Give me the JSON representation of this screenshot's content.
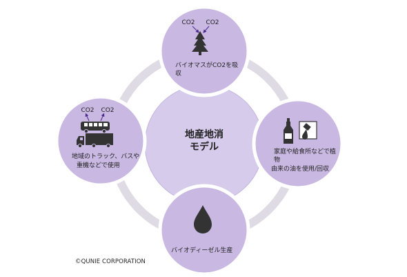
{
  "diagram": {
    "center": {
      "line1": "地産地消",
      "line2": "モデル"
    },
    "nodes": {
      "top": {
        "co2_a": "CO2",
        "co2_b": "CO2",
        "icon": "tree-icon",
        "line1": "バイオマスがCO2を吸",
        "line2": "収"
      },
      "right": {
        "icon_a": "bottle-icon",
        "icon_b": "oil-drop-icon",
        "line1": "家庭や給食所などで植",
        "line2": "物",
        "line3": "由来の油を使用/回収"
      },
      "bottom": {
        "icon": "drop-icon",
        "line1": "バイオディーゼル生産"
      },
      "left": {
        "co2_a": "CO2",
        "co2_b": "CO2",
        "icon_a": "bus-icon",
        "icon_b": "truck-icon",
        "line1": "地域のトラック、バスや",
        "line2": "重機などで使用"
      }
    },
    "colors": {
      "node_fill": "#c8b8e2",
      "center_fill": "#d7cbeb",
      "ring": "#dedbe4",
      "outline": "#ffffff",
      "icon": "#333333",
      "arrow": "#4b2a8a"
    }
  },
  "footer": {
    "copyright": "©QUNIE CORPORATION"
  }
}
